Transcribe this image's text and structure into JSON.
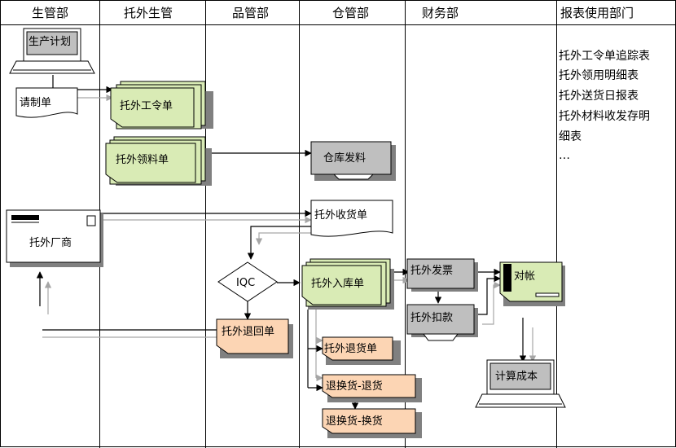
{
  "columns": [
    "生管部",
    "托外生管",
    "品管部",
    "仓管部",
    "财务部",
    "报表使用部门"
  ],
  "nodes": {
    "production_plan": "生产计划",
    "requisition": "请制单",
    "outsource_work_order": "托外工令单",
    "outsource_material_req": "托外领料单",
    "warehouse_issue": "仓库发料",
    "outsource_vendor": "托外厂商",
    "outsource_receipt": "托外收货单",
    "iqc": "IQC",
    "outsource_return": "托外退回单",
    "outsource_stock_in": "托外入库单",
    "outsource_invoice": "托外发票",
    "outsource_deduction": "托外扣款",
    "reconcile": "对帐",
    "return_goods": "托外退货单",
    "exchange_return": "退换货-退货",
    "exchange_swap": "退换货-换货",
    "calculate_cost": "计算成本"
  },
  "reports": [
    "托外工令单追踪表",
    "托外领用明细表",
    "托外送货日报表",
    "托外材料收发存明",
    "细表",
    "…"
  ],
  "colors": {
    "green_doc": "#d9ebb5",
    "gray_box": "#bfbfbf",
    "orange_doc": "#fcd5b4",
    "shadow": "#808080",
    "line": "#000000",
    "gray_arrow": "#a6a6a6"
  }
}
